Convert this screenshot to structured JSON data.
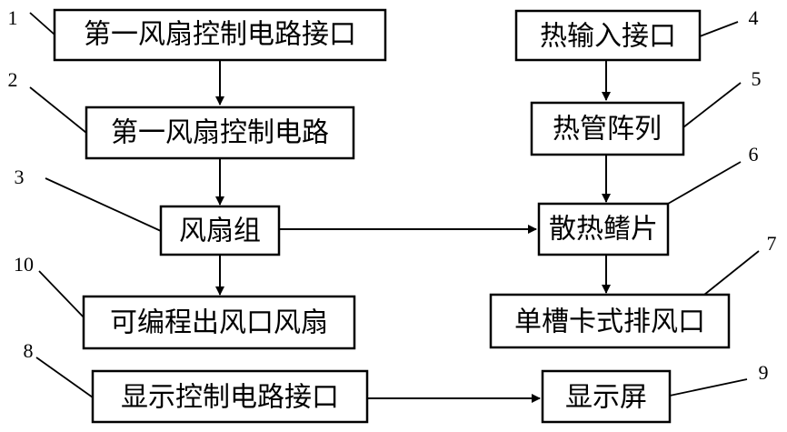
{
  "nodes": [
    {
      "id": "fan1-ctrl-interface",
      "label": "第一风扇控制电路接口"
    },
    {
      "id": "fan1-ctrl-circuit",
      "label": "第一风扇控制电路"
    },
    {
      "id": "fan-group",
      "label": "风扇组"
    },
    {
      "id": "programmable-fan",
      "label": "可编程出风口风扇"
    },
    {
      "id": "display-ctrl-interface",
      "label": "显示控制电路接口"
    },
    {
      "id": "heat-input-interface",
      "label": "热输入接口"
    },
    {
      "id": "heat-pipe-array",
      "label": "热管阵列"
    },
    {
      "id": "heat-fins",
      "label": "散热鳍片"
    },
    {
      "id": "single-slot-exhaust",
      "label": "单槽卡式排风口"
    },
    {
      "id": "display-screen",
      "label": "显示屏"
    }
  ],
  "edges": [
    {
      "from": "fan1-ctrl-interface",
      "to": "fan1-ctrl-circuit"
    },
    {
      "from": "fan1-ctrl-circuit",
      "to": "fan-group"
    },
    {
      "from": "fan-group",
      "to": "programmable-fan"
    },
    {
      "from": "fan-group",
      "to": "heat-fins"
    },
    {
      "from": "heat-input-interface",
      "to": "heat-pipe-array"
    },
    {
      "from": "heat-pipe-array",
      "to": "heat-fins"
    },
    {
      "from": "heat-fins",
      "to": "single-slot-exhaust"
    },
    {
      "from": "display-ctrl-interface",
      "to": "display-screen"
    }
  ],
  "reference_numbers": {
    "fan1-ctrl-interface": "1",
    "fan1-ctrl-circuit": "2",
    "fan-group": "3",
    "heat-input-interface": "4",
    "heat-pipe-array": "5",
    "heat-fins": "6",
    "single-slot-exhaust": "7",
    "display-ctrl-interface": "8",
    "display-screen": "9",
    "programmable-fan": "10"
  }
}
